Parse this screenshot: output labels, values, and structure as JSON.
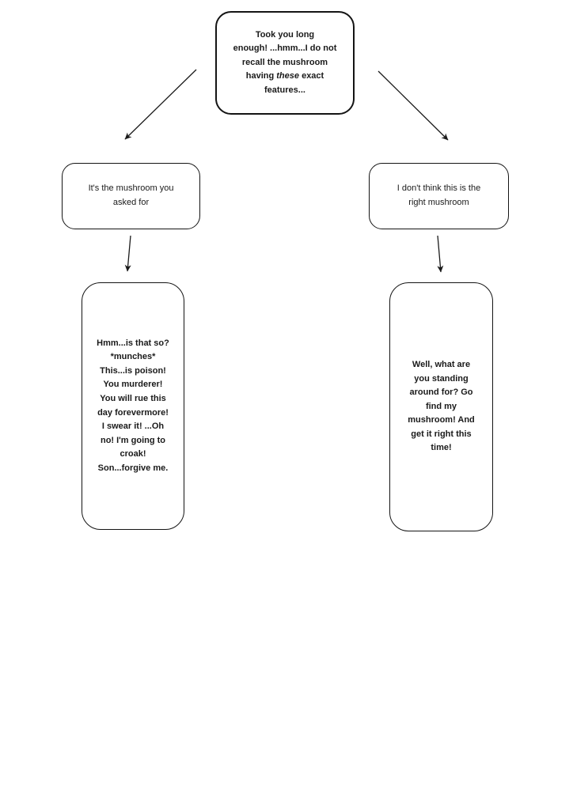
{
  "page": {
    "background_color": "#ffffff",
    "ink_color": "#1a1a1a"
  },
  "flowchart": {
    "prompt": {
      "text_before": "Took you long\nenough! ...hmm...I do not\nrecall the mushroom\nhaving ",
      "text_italic": "these",
      "text_after": " exact\nfeatures..."
    },
    "choice_accept": {
      "label": "It's the mushroom you\nasked for"
    },
    "choice_doubt": {
      "label": "I don't think this is the\nright mushroom"
    },
    "outcome_poison": {
      "label": "Hmm...is that so?\n*munches*\nThis...is poison!\nYou murderer!\nYou will rue this\nday forevermore!\nI swear it! ...Oh\nno! I'm going to\ncroak!\nSon...forgive me."
    },
    "outcome_retry": {
      "label": "Well, what are\nyou standing\naround for? Go\nfind my\nmushroom! And\nget it right this\ntime!"
    }
  }
}
